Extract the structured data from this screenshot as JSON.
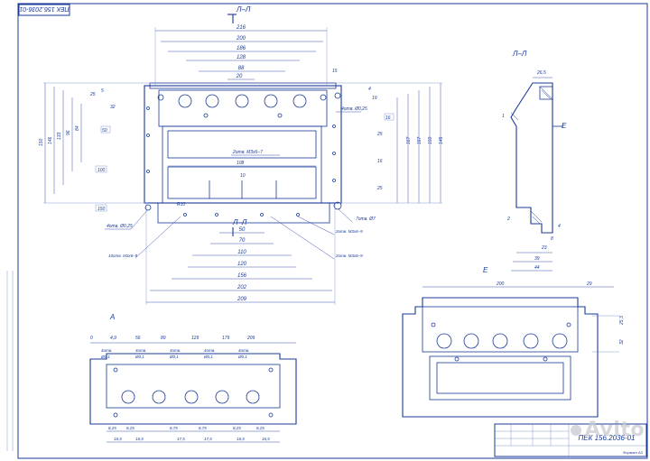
{
  "header": {
    "code_rotated": "ПЕК 156.2036-01"
  },
  "title_block": {
    "code": "ПЕК 156.2036-01",
    "sheet": "Формат А3"
  },
  "views": {
    "main": "Л–Л",
    "section": "Л–Л",
    "arrow_E": "Е",
    "arrow_A": "А",
    "view_E": "Е",
    "view_A": "А"
  },
  "main_dims_top": [
    "216",
    "200",
    "186",
    "128",
    "88",
    "20",
    "15"
  ],
  "main_dims_left": [
    "150",
    "146",
    "133",
    "96",
    "84",
    "5",
    "25",
    "32"
  ],
  "main_dims_right": [
    "149",
    "150",
    "167",
    "167",
    "19",
    "25",
    "16",
    "25",
    "4"
  ],
  "main_dims_bottom": [
    "50",
    "70",
    "110",
    "120",
    "156",
    "202",
    "209"
  ],
  "main_boxes": [
    "100",
    "150",
    "50",
    "16"
  ],
  "callouts": {
    "holes_top": "4отв. Ø0,25",
    "holes_left": "4отв. Ø0,25",
    "thread_7": "2отв. M3x6–7",
    "thread_9a": "10отв. M3x6–9",
    "thread_9b": "2отв. M3x6–9",
    "thread_9c": "2отв. M3x6–9",
    "holes_right": "7отв. Ø7",
    "center_108": "108",
    "r10": "R10",
    "d10": "10"
  },
  "section_dims": [
    "26,5",
    "1",
    "2",
    "4",
    "23",
    "39",
    "44",
    "8"
  ],
  "view_e_dims": [
    "200",
    "29",
    "25,3",
    "32"
  ],
  "view_a_dims_top": [
    "0",
    "4,9",
    "56",
    "89",
    "129",
    "179",
    "209"
  ],
  "view_a_callouts": [
    "4отв.",
    "Ø0,1",
    "4отв.",
    "Ø0,1",
    "4отв.",
    "Ø0,1",
    "4отв.",
    "Ø0,1",
    "4отв.",
    "Ø0,1"
  ],
  "view_a_dims_bottom": [
    "8,25",
    "8,25",
    "8,75",
    "8,75",
    "8,25",
    "8,25",
    "16,5",
    "16,5",
    "17,5",
    "17,5",
    "16,5",
    "16,5"
  ],
  "watermark": "Avito"
}
